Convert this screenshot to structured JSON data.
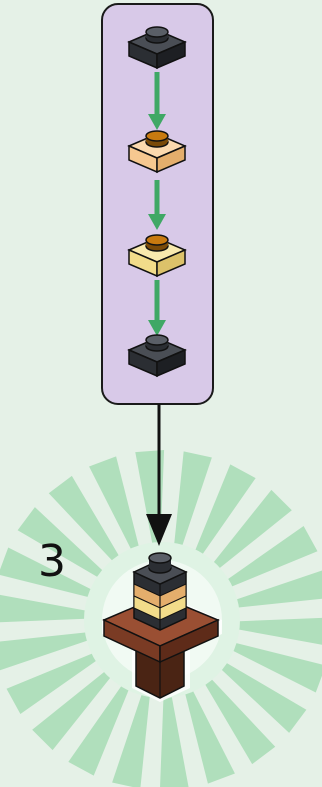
{
  "step": {
    "number": "3"
  },
  "colors": {
    "background": "#e5f1e7",
    "callout_fill": "#d8c9e8",
    "callout_border": "#1a1a1a",
    "sub_arrow": "#3fa865",
    "main_arrow": "#111111",
    "burst": "#9fd9ae",
    "black_plate": "#2b2e33",
    "tan_plate": "#f6c890",
    "yellow_plate": "#f2dc8a",
    "brown_plate": "#7a3b24",
    "trans_orange_stud": "#c87a10"
  },
  "callout": {
    "sequence": [
      {
        "icon": "black-round-plate-icon",
        "color": "black"
      },
      {
        "icon": "tan-plate-trans-orange-stud-icon",
        "color": "tan"
      },
      {
        "icon": "yellow-plate-trans-orange-stud-icon",
        "color": "yellow"
      },
      {
        "icon": "black-round-plate-icon",
        "color": "black"
      }
    ]
  },
  "model": {
    "icon": "brown-plate-with-stacked-column-icon"
  }
}
